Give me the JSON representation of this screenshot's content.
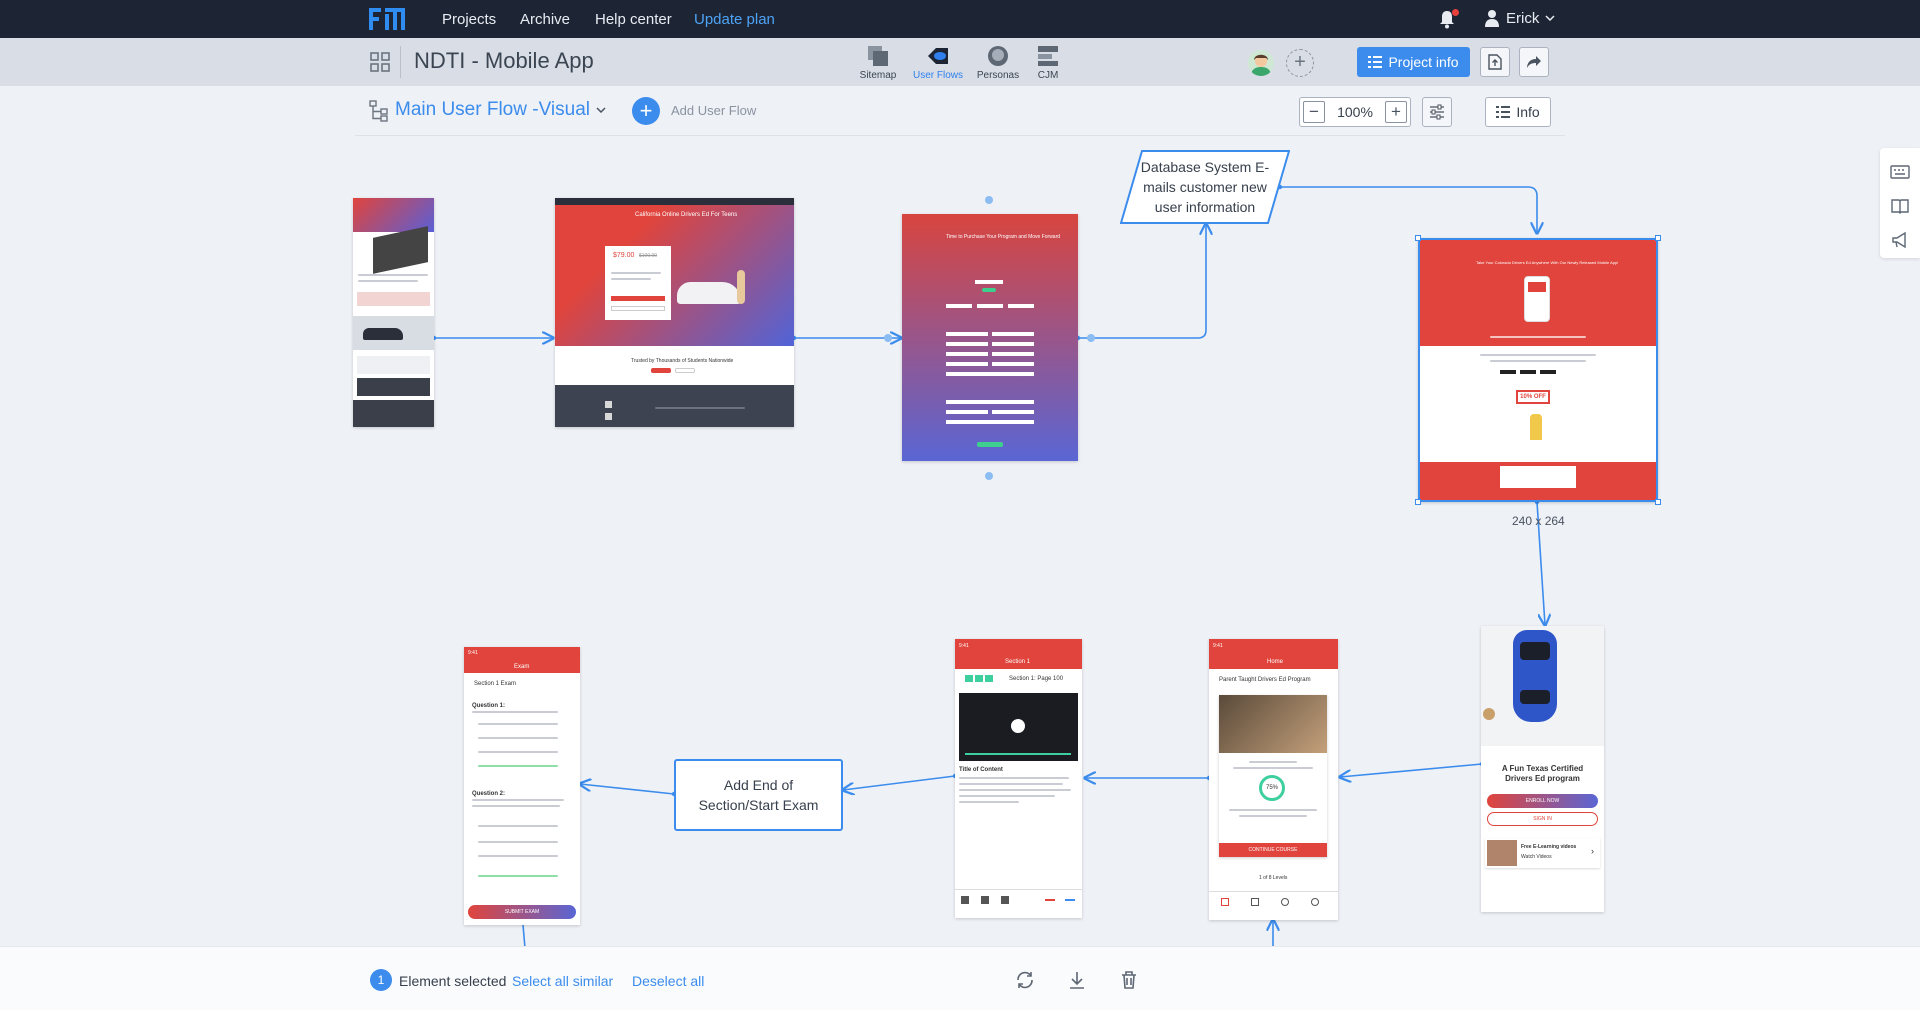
{
  "topnav": {
    "items": [
      "Projects",
      "Archive",
      "Help center",
      "Update plan"
    ],
    "user_name": "Erick"
  },
  "project": {
    "title": "NDTI - Mobile App",
    "modes": [
      {
        "label": "Sitemap",
        "icon": "sitemap-icon",
        "active": false
      },
      {
        "label": "User Flows",
        "icon": "user-flows-icon",
        "active": true
      },
      {
        "label": "Personas",
        "icon": "personas-icon",
        "active": false
      },
      {
        "label": "CJM",
        "icon": "cjm-icon",
        "active": false
      }
    ],
    "project_info_label": "Project info"
  },
  "flow_toolbar": {
    "flow_name": "Main User Flow -Visual",
    "add_flow_label": "Add User Flow",
    "zoom": "100%",
    "info_label": "Info"
  },
  "canvas": {
    "decision_text": "Database System E-mails customer new user information",
    "process_text": "Add End of Section/Start Exam",
    "selection_size": "240 x 264",
    "screens": {
      "landing_title": "California Online Drivers Ed For Teens",
      "landing_price": "$79.00",
      "landing_old_price": "$100.00",
      "landing_trusted": "Trusted by Thousands of Students Nationwide",
      "purchase_title": "Time to Purchase Your Program and Move Forward",
      "app_title": "Take Your Colorado Drivers Ed Anywhere With Our Newly Released Mobile App!",
      "app_badge": "10% OFF",
      "exam_header": "Exam",
      "exam_section": "Section 1 Exam",
      "exam_q1": "Question 1:",
      "exam_q2": "Question 2:",
      "exam_submit": "SUBMIT EXAM",
      "section_header": "Section 1",
      "section_page": "Section 1: Page 100",
      "section_content": "Title of Content",
      "home_header": "Home",
      "home_program": "Parent Taught Drivers Ed Program",
      "home_progress": "75%",
      "home_cta": "CONTINUE COURSE",
      "home_levels": "1 of 8 Levels",
      "texas_title": "A Fun Texas Certified Drivers Ed program",
      "texas_enroll": "ENROLL NOW",
      "texas_signin": "SIGN IN",
      "texas_video": "Free E-Learning videos",
      "texas_watch": "Watch Videos"
    }
  },
  "bottom_bar": {
    "count": "1",
    "label": "Element selected",
    "select_all": "Select all similar",
    "deselect": "Deselect all"
  },
  "colors": {
    "nav_bg": "#1d2434",
    "accent": "#3b8ced",
    "brand_red": "#e0443c"
  }
}
